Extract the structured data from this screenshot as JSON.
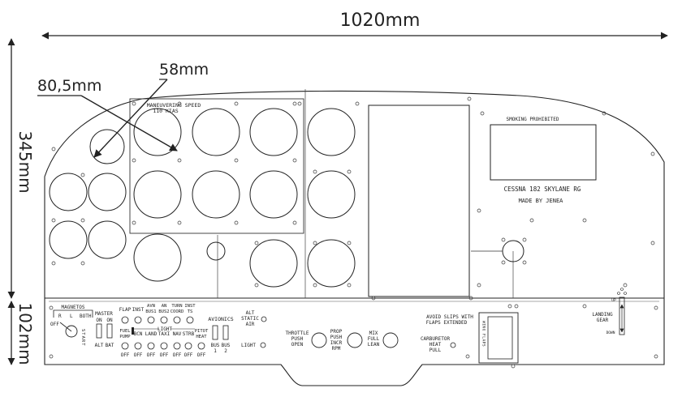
{
  "dimensions": {
    "width": "1020mm",
    "height_top": "345mm",
    "height_bottom": "102mm",
    "gauge_large": "80,5mm",
    "gauge_small": "58mm"
  },
  "labels": {
    "maneuvering_1": "MANEUVERING SPEED",
    "maneuvering_2": "110 KIAS",
    "smoking": "SMOKING PROHIBITED",
    "model": "CESSNA 182 SKYLANE RG",
    "maker": "MADE BY JENEA",
    "magnetos": "MAGNETOS",
    "mag_r": "R",
    "mag_l": "L",
    "mag_both": "BOTH",
    "mag_off": "OFF",
    "start": "START",
    "master": "MASTER",
    "on1": "ON",
    "on2": "ON",
    "alt": "ALT",
    "bat": "BAT",
    "flap": "FLAP",
    "inst": "INST",
    "avn_bus1_a": "AVN",
    "avn_bus1_b": "BUS1",
    "an_bus2_a": "AN",
    "an_bus2_b": "BUS2",
    "turn_coord_a": "TURN",
    "turn_coord_b": "COORD",
    "inst_ts_a": "INST",
    "inst_ts_b": "TS",
    "fuel_pump_a": "FUEL",
    "fuel_pump_b": "PUMP",
    "bcn": "BCN",
    "land": "LAND",
    "taxi": "TAXI",
    "nav": "NAV",
    "strb": "STRB",
    "light": "LIGHT",
    "pitot_heat_a": "PITOT",
    "pitot_heat_b": "HEAT",
    "off": "OFF",
    "avionics": "AVIONICS",
    "bus1_a": "BUS",
    "bus1_b": "1",
    "bus2_a": "BUS",
    "bus2_b": "2",
    "alt_static_a": "ALT",
    "alt_static_b": "STATIC",
    "alt_static_c": "AIR",
    "light2": "LIGHT",
    "throttle_a": "THROTTLE",
    "throttle_b": "PUSH",
    "throttle_c": "OPEN",
    "prop_a": "PROP",
    "prop_b": "PUSH",
    "prop_c": "INCR",
    "prop_d": "RPM",
    "mix_a": "MIX",
    "mix_b": "FULL",
    "mix_c": "LEAN",
    "avoid_a": "AVOID SLIPS WITH",
    "avoid_b": "FLAPS EXTENDED",
    "carb_a": "CARBURETOR",
    "carb_b": "HEAT",
    "carb_c": "PULL",
    "wing_flaps": "WING FLAPS",
    "landing_a": "LANDING",
    "landing_b": "GEAR",
    "up": "UP",
    "down": "DOWN"
  }
}
